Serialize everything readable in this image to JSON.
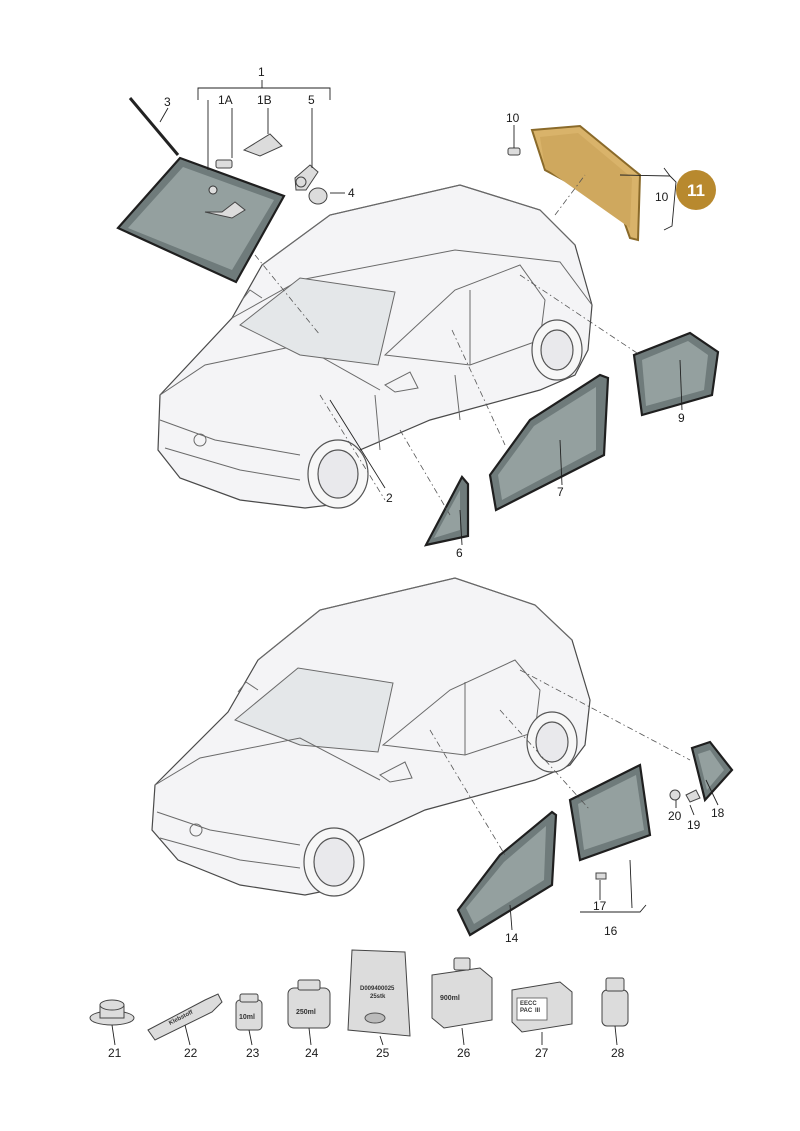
{
  "diagram": {
    "labels": {
      "l1": "1",
      "l1a": "1A",
      "l1b": "1B",
      "l5": "5",
      "l3": "3",
      "l4": "4",
      "l10a": "10",
      "l10b": "10",
      "l11": "11",
      "l9": "9",
      "l2": "2",
      "l7": "7",
      "l6": "6",
      "l18": "18",
      "l20": "20",
      "l19": "19",
      "l17": "17",
      "l16": "16",
      "l14": "14",
      "l21": "21",
      "l22": "22",
      "l23": "23",
      "l24": "24",
      "l25": "25",
      "l26": "26",
      "l27": "27",
      "l28": "28"
    },
    "product_text": {
      "tube": "Klebstoff",
      "vial": "10ml",
      "can": "250ml",
      "bag_line1": "D009400025",
      "bag_line2": "25stk",
      "box": "900ml",
      "pack_line1": "EECC",
      "pack_line2": "PAC",
      "pack_line3": "III"
    },
    "highlight": {
      "fill": "#b8892e",
      "glass_tint": "#d9b36a"
    }
  }
}
